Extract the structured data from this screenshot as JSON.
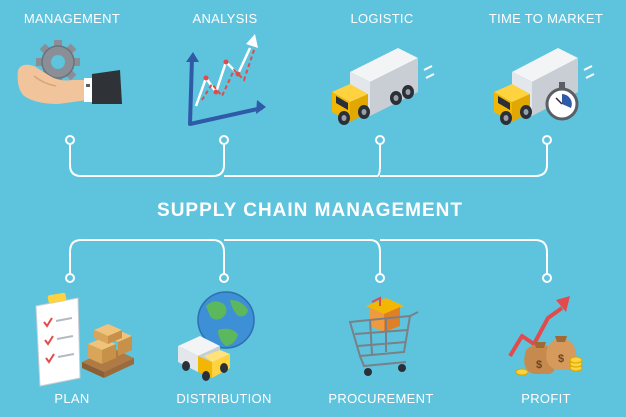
{
  "title": "SUPPLY CHAIN MANAGEMENT",
  "top_labels": [
    "MANAGEMENT",
    "ANALYSIS",
    "LOGISTIC",
    "TIME TO MARKET"
  ],
  "bottom_labels": [
    "PLAN",
    "DISTRIBUTION",
    "PROCUREMENT",
    "PROFIT"
  ],
  "icons": {
    "management": "hand-gear-icon",
    "analysis": "growth-chart-icon",
    "logistic": "delivery-truck-icon",
    "time_to_market": "truck-stopwatch-icon",
    "plan": "clipboard-boxes-icon",
    "distribution": "globe-van-icon",
    "procurement": "shopping-cart-icon",
    "profit": "money-bags-arrow-icon"
  },
  "colors": {
    "background": "#5ec3dd",
    "lines": "#ffffff",
    "text": "#ffffff"
  }
}
